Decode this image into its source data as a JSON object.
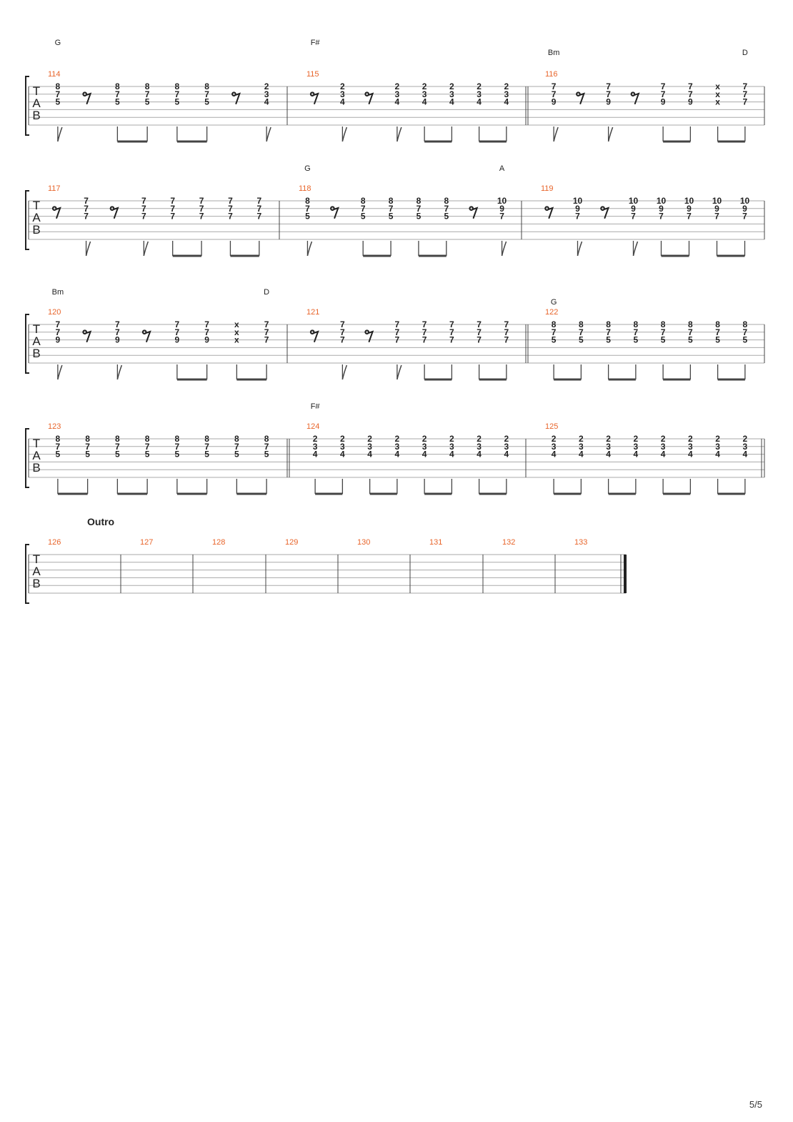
{
  "document": {
    "page_number": "5/5",
    "outro_label": "Outro"
  },
  "systems": [
    {
      "chords": [
        {
          "label": "G",
          "measure": 0,
          "slot": 0,
          "level": 0
        },
        {
          "label": "F#",
          "measure": 1,
          "slot": 0,
          "level": 0
        },
        {
          "label": "Bm",
          "measure": 2,
          "slot": 0,
          "level": 1
        },
        {
          "label": "D",
          "measure": 2,
          "slot": 7,
          "level": 1
        }
      ],
      "measures": [
        {
          "number": "114",
          "repeat_start": false,
          "notes": [
            {
              "frets": [
                "8",
                "7",
                "5"
              ],
              "stem": "flag"
            },
            {
              "rest": true
            },
            {
              "frets": [
                "8",
                "7",
                "5"
              ],
              "stem": "beam"
            },
            {
              "frets": [
                "8",
                "7",
                "5"
              ],
              "stem": "beam"
            },
            {
              "frets": [
                "8",
                "7",
                "5"
              ],
              "stem": "beam"
            },
            {
              "frets": [
                "8",
                "7",
                "5"
              ],
              "stem": "beam"
            },
            {
              "rest": true
            },
            {
              "frets": [
                "2",
                "3",
                "4"
              ],
              "stem": "flag"
            }
          ]
        },
        {
          "number": "115",
          "repeat_start": false,
          "notes": [
            {
              "rest": true
            },
            {
              "frets": [
                "2",
                "3",
                "4"
              ],
              "stem": "flag"
            },
            {
              "rest": true
            },
            {
              "frets": [
                "2",
                "3",
                "4"
              ],
              "stem": "flag"
            },
            {
              "frets": [
                "2",
                "3",
                "4"
              ],
              "stem": "beam"
            },
            {
              "frets": [
                "2",
                "3",
                "4"
              ],
              "stem": "beam"
            },
            {
              "frets": [
                "2",
                "3",
                "4"
              ],
              "stem": "beam"
            },
            {
              "frets": [
                "2",
                "3",
                "4"
              ],
              "stem": "beam"
            }
          ]
        },
        {
          "number": "116",
          "repeat_start": true,
          "notes": [
            {
              "frets": [
                "7",
                "7",
                "9"
              ],
              "stem": "flag"
            },
            {
              "rest": true
            },
            {
              "frets": [
                "7",
                "7",
                "9"
              ],
              "stem": "flag"
            },
            {
              "rest": true
            },
            {
              "frets": [
                "7",
                "7",
                "9"
              ],
              "stem": "beam"
            },
            {
              "frets": [
                "7",
                "7",
                "9"
              ],
              "stem": "beam"
            },
            {
              "frets": [
                "x",
                "x",
                "x"
              ],
              "stem": "beam"
            },
            {
              "frets": [
                "7",
                "7",
                "7"
              ],
              "stem": "beam"
            }
          ]
        }
      ]
    },
    {
      "chords": [
        {
          "label": "G",
          "measure": 1,
          "slot": 0,
          "level": 0
        },
        {
          "label": "A",
          "measure": 1,
          "slot": 7,
          "level": 0
        }
      ],
      "measures": [
        {
          "number": "117",
          "repeat_start": false,
          "notes": [
            {
              "rest": true
            },
            {
              "frets": [
                "7",
                "7",
                "7"
              ],
              "stem": "flag"
            },
            {
              "rest": true
            },
            {
              "frets": [
                "7",
                "7",
                "7"
              ],
              "stem": "flag"
            },
            {
              "frets": [
                "7",
                "7",
                "7"
              ],
              "stem": "beam"
            },
            {
              "frets": [
                "7",
                "7",
                "7"
              ],
              "stem": "beam"
            },
            {
              "frets": [
                "7",
                "7",
                "7"
              ],
              "stem": "beam"
            },
            {
              "frets": [
                "7",
                "7",
                "7"
              ],
              "stem": "beam"
            }
          ]
        },
        {
          "number": "118",
          "repeat_start": false,
          "notes": [
            {
              "frets": [
                "8",
                "7",
                "5"
              ],
              "stem": "flag"
            },
            {
              "rest": true
            },
            {
              "frets": [
                "8",
                "7",
                "5"
              ],
              "stem": "beam"
            },
            {
              "frets": [
                "8",
                "7",
                "5"
              ],
              "stem": "beam"
            },
            {
              "frets": [
                "8",
                "7",
                "5"
              ],
              "stem": "beam"
            },
            {
              "frets": [
                "8",
                "7",
                "5"
              ],
              "stem": "beam"
            },
            {
              "rest": true
            },
            {
              "frets": [
                "10",
                "9",
                "7"
              ],
              "stem": "flag"
            }
          ]
        },
        {
          "number": "119",
          "repeat_start": false,
          "notes": [
            {
              "rest": true
            },
            {
              "frets": [
                "10",
                "9",
                "7"
              ],
              "stem": "flag"
            },
            {
              "rest": true
            },
            {
              "frets": [
                "10",
                "9",
                "7"
              ],
              "stem": "flag"
            },
            {
              "frets": [
                "10",
                "9",
                "7"
              ],
              "stem": "beam"
            },
            {
              "frets": [
                "10",
                "9",
                "7"
              ],
              "stem": "beam"
            },
            {
              "frets": [
                "10",
                "9",
                "7"
              ],
              "stem": "beam"
            },
            {
              "frets": [
                "10",
                "9",
                "7"
              ],
              "stem": "beam"
            }
          ]
        }
      ]
    },
    {
      "chords": [
        {
          "label": "Bm",
          "measure": 0,
          "slot": 0,
          "level": 0
        },
        {
          "label": "D",
          "measure": 0,
          "slot": 7,
          "level": 0
        },
        {
          "label": "G",
          "measure": 2,
          "slot": 0,
          "level": 1
        }
      ],
      "measures": [
        {
          "number": "120",
          "repeat_start": false,
          "notes": [
            {
              "frets": [
                "7",
                "7",
                "9"
              ],
              "stem": "flag"
            },
            {
              "rest": true
            },
            {
              "frets": [
                "7",
                "7",
                "9"
              ],
              "stem": "flag"
            },
            {
              "rest": true
            },
            {
              "frets": [
                "7",
                "7",
                "9"
              ],
              "stem": "beam"
            },
            {
              "frets": [
                "7",
                "7",
                "9"
              ],
              "stem": "beam"
            },
            {
              "frets": [
                "x",
                "x",
                "x"
              ],
              "stem": "beam"
            },
            {
              "frets": [
                "7",
                "7",
                "7"
              ],
              "stem": "beam"
            }
          ]
        },
        {
          "number": "121",
          "repeat_start": false,
          "notes": [
            {
              "rest": true
            },
            {
              "frets": [
                "7",
                "7",
                "7"
              ],
              "stem": "flag"
            },
            {
              "rest": true
            },
            {
              "frets": [
                "7",
                "7",
                "7"
              ],
              "stem": "flag"
            },
            {
              "frets": [
                "7",
                "7",
                "7"
              ],
              "stem": "beam"
            },
            {
              "frets": [
                "7",
                "7",
                "7"
              ],
              "stem": "beam"
            },
            {
              "frets": [
                "7",
                "7",
                "7"
              ],
              "stem": "beam"
            },
            {
              "frets": [
                "7",
                "7",
                "7"
              ],
              "stem": "beam"
            }
          ]
        },
        {
          "number": "122",
          "repeat_start": true,
          "notes": [
            {
              "frets": [
                "8",
                "7",
                "5"
              ],
              "stem": "beam"
            },
            {
              "frets": [
                "8",
                "7",
                "5"
              ],
              "stem": "beam"
            },
            {
              "frets": [
                "8",
                "7",
                "5"
              ],
              "stem": "beam"
            },
            {
              "frets": [
                "8",
                "7",
                "5"
              ],
              "stem": "beam"
            },
            {
              "frets": [
                "8",
                "7",
                "5"
              ],
              "stem": "beam"
            },
            {
              "frets": [
                "8",
                "7",
                "5"
              ],
              "stem": "beam"
            },
            {
              "frets": [
                "8",
                "7",
                "5"
              ],
              "stem": "beam"
            },
            {
              "frets": [
                "8",
                "7",
                "5"
              ],
              "stem": "beam"
            }
          ]
        }
      ]
    },
    {
      "chords": [
        {
          "label": "F#",
          "measure": 1,
          "slot": 0,
          "level": 0
        }
      ],
      "measures": [
        {
          "number": "123",
          "repeat_start": false,
          "notes": [
            {
              "frets": [
                "8",
                "7",
                "5"
              ],
              "stem": "beam"
            },
            {
              "frets": [
                "8",
                "7",
                "5"
              ],
              "stem": "beam"
            },
            {
              "frets": [
                "8",
                "7",
                "5"
              ],
              "stem": "beam"
            },
            {
              "frets": [
                "8",
                "7",
                "5"
              ],
              "stem": "beam"
            },
            {
              "frets": [
                "8",
                "7",
                "5"
              ],
              "stem": "beam"
            },
            {
              "frets": [
                "8",
                "7",
                "5"
              ],
              "stem": "beam"
            },
            {
              "frets": [
                "8",
                "7",
                "5"
              ],
              "stem": "beam"
            },
            {
              "frets": [
                "8",
                "7",
                "5"
              ],
              "stem": "beam"
            }
          ]
        },
        {
          "number": "124",
          "repeat_start": true,
          "notes": [
            {
              "frets": [
                "2",
                "3",
                "4"
              ],
              "stem": "beam"
            },
            {
              "frets": [
                "2",
                "3",
                "4"
              ],
              "stem": "beam"
            },
            {
              "frets": [
                "2",
                "3",
                "4"
              ],
              "stem": "beam"
            },
            {
              "frets": [
                "2",
                "3",
                "4"
              ],
              "stem": "beam"
            },
            {
              "frets": [
                "2",
                "3",
                "4"
              ],
              "stem": "beam"
            },
            {
              "frets": [
                "2",
                "3",
                "4"
              ],
              "stem": "beam"
            },
            {
              "frets": [
                "2",
                "3",
                "4"
              ],
              "stem": "beam"
            },
            {
              "frets": [
                "2",
                "3",
                "4"
              ],
              "stem": "beam"
            }
          ]
        },
        {
          "number": "125",
          "repeat_start": false,
          "notes": [
            {
              "frets": [
                "2",
                "3",
                "4"
              ],
              "stem": "beam"
            },
            {
              "frets": [
                "2",
                "3",
                "4"
              ],
              "stem": "beam"
            },
            {
              "frets": [
                "2",
                "3",
                "4"
              ],
              "stem": "beam"
            },
            {
              "frets": [
                "2",
                "3",
                "4"
              ],
              "stem": "beam"
            },
            {
              "frets": [
                "2",
                "3",
                "4"
              ],
              "stem": "beam"
            },
            {
              "frets": [
                "2",
                "3",
                "4"
              ],
              "stem": "beam"
            },
            {
              "frets": [
                "2",
                "3",
                "4"
              ],
              "stem": "beam"
            },
            {
              "frets": [
                "2",
                "3",
                "4"
              ],
              "stem": "beam"
            }
          ]
        }
      ]
    }
  ],
  "outro": {
    "measures": [
      "126",
      "127",
      "128",
      "129",
      "130",
      "131",
      "132",
      "133"
    ]
  },
  "colors": {
    "measure_number": "#e8652b",
    "staff_line": "#aaaaaa",
    "barline": "#444444",
    "text": "#222222"
  }
}
